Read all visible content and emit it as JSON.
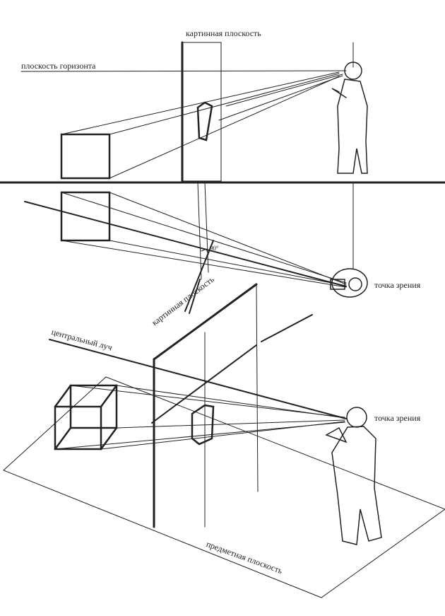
{
  "labels": {
    "picture_plane_top": "картинная плоскость",
    "horizon_plane": "плоскость горизонта",
    "viewpoint_plan": "точка зрения",
    "angle": "90°",
    "picture_plane_persp": "картинная плоскость",
    "central_ray": "центральный луч",
    "viewpoint_persp": "точка зрения",
    "object_plane": "предметная плоскость"
  },
  "colors": {
    "ink": "#222222",
    "faint": "#d8d8d8"
  }
}
